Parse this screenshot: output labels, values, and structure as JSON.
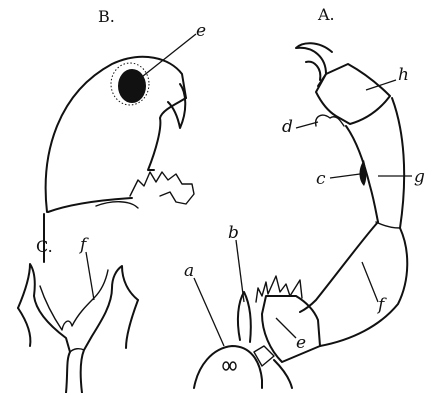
{
  "panels": {
    "a": "A.",
    "b": "B.",
    "c": "C."
  },
  "parts": {
    "a": "a",
    "b": "b",
    "c": "c",
    "d": "d",
    "e_a": "e",
    "e_b": "e",
    "f_a": "f",
    "f_c": "f",
    "g": "g",
    "h": "h"
  },
  "colors": {
    "ink": "#111111",
    "background": "#ffffff"
  }
}
